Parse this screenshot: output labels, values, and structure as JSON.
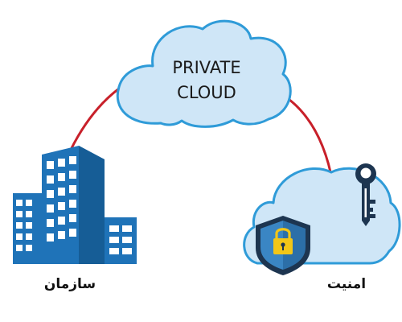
{
  "diagram": {
    "cloud_title_line1": "PRIVATE",
    "cloud_title_line2": "CLOUD",
    "organization_label": "سازمان",
    "security_label": "امنیت"
  },
  "colors": {
    "connector": "#c8202a",
    "cloud_fill": "#cfe6f7",
    "cloud_stroke": "#2f9bd8",
    "building_main": "#1f73b8",
    "building_dark": "#165d96",
    "shield_dark": "#1d3550",
    "shield_mid": "#2c6fa8",
    "padlock": "#f2c617",
    "key": "#1d3550"
  },
  "icons": [
    "office-building-icon",
    "cloud-icon",
    "shield-lock-icon",
    "key-icon"
  ]
}
